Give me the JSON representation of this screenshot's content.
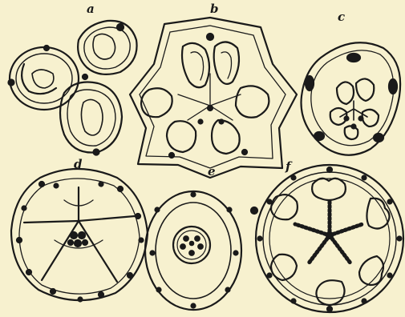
{
  "figure": {
    "panel_labels": [
      "a",
      "b",
      "c",
      "d",
      "e",
      "f"
    ]
  },
  "colors": {
    "paper": "#f7f1cf",
    "ink": "#1a1a1a"
  }
}
